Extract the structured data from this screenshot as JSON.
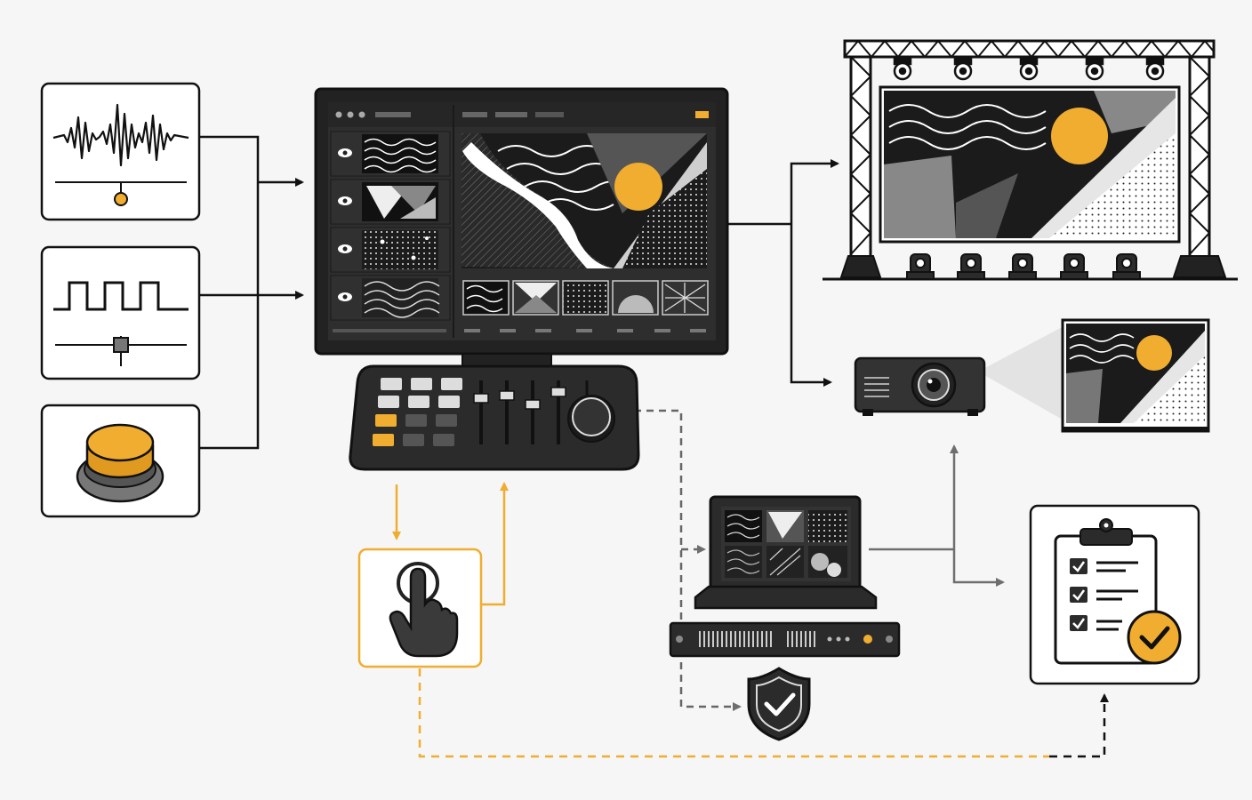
{
  "diagram": {
    "nodes": [
      {
        "id": "audio-input",
        "icon": "audio-waveform-icon",
        "label": ""
      },
      {
        "id": "pulse-input",
        "icon": "square-wave-icon",
        "label": ""
      },
      {
        "id": "button-input",
        "icon": "push-button-icon",
        "label": ""
      },
      {
        "id": "media-server",
        "icon": "monitor-icon",
        "label": ""
      },
      {
        "id": "controller",
        "icon": "control-surface-icon",
        "label": ""
      },
      {
        "id": "touch-trigger",
        "icon": "tap-gesture-icon",
        "label": ""
      },
      {
        "id": "led-stage",
        "icon": "stage-truss-screen-icon",
        "label": ""
      },
      {
        "id": "projector",
        "icon": "projector-icon",
        "label": ""
      },
      {
        "id": "laptop-backup",
        "icon": "laptop-icon",
        "label": ""
      },
      {
        "id": "rack-unit",
        "icon": "rack-server-icon",
        "label": ""
      },
      {
        "id": "security",
        "icon": "shield-check-icon",
        "label": ""
      },
      {
        "id": "checklist",
        "icon": "clipboard-checklist-icon",
        "label": ""
      }
    ],
    "edges": [
      {
        "from": "audio-input",
        "to": "media-server",
        "style": "solid"
      },
      {
        "from": "pulse-input",
        "to": "media-server",
        "style": "solid"
      },
      {
        "from": "button-input",
        "to": "media-server",
        "style": "solid"
      },
      {
        "from": "media-server",
        "to": "led-stage",
        "style": "solid"
      },
      {
        "from": "media-server",
        "to": "projector",
        "style": "solid"
      },
      {
        "from": "controller",
        "to": "touch-trigger",
        "style": "solid-accent"
      },
      {
        "from": "touch-trigger",
        "to": "controller",
        "style": "solid-accent"
      },
      {
        "from": "controller",
        "to": "laptop-backup",
        "style": "dashed"
      },
      {
        "from": "laptop-backup",
        "to": "projector",
        "style": "solid-gray"
      },
      {
        "from": "laptop-backup",
        "to": "checklist",
        "style": "solid-gray"
      },
      {
        "from": "rack-unit",
        "to": "security",
        "style": "dashed"
      },
      {
        "from": "touch-trigger",
        "to": "checklist",
        "style": "dashed-accent"
      }
    ]
  },
  "colors": {
    "accent": "#f0ad2f",
    "ink": "#111111",
    "dark_panel": "#2b2b2b",
    "mid_gray": "#6e6e6e",
    "light_gray": "#bdbdbd",
    "background": "#f6f6f6"
  }
}
